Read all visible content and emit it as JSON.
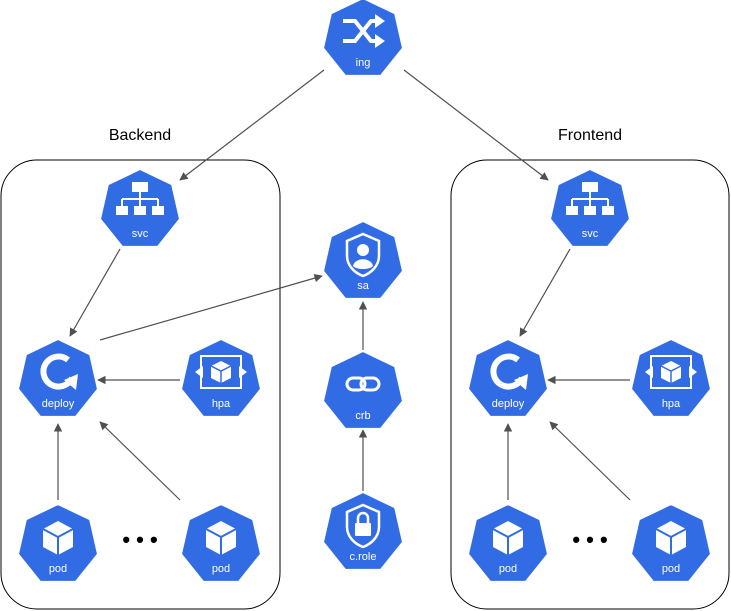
{
  "colors": {
    "node": "#326ce5",
    "edge": "#505050",
    "group_border": "#000000"
  },
  "groups": [
    {
      "id": "backend",
      "title": "Backend"
    },
    {
      "id": "frontend",
      "title": "Frontend"
    }
  ],
  "nodes": [
    {
      "id": "ing",
      "label": "ing",
      "icon": "shuffle-icon"
    },
    {
      "id": "svc-backend",
      "label": "svc",
      "icon": "sitemap-icon"
    },
    {
      "id": "deploy-backend",
      "label": "deploy",
      "icon": "rotate-arrow-icon"
    },
    {
      "id": "hpa-backend",
      "label": "hpa",
      "icon": "cube-expand-icon"
    },
    {
      "id": "pod-backend-1",
      "label": "pod",
      "icon": "cube-icon"
    },
    {
      "id": "pod-backend-2",
      "label": "pod",
      "icon": "cube-icon"
    },
    {
      "id": "sa",
      "label": "sa",
      "icon": "shield-user-icon"
    },
    {
      "id": "crb",
      "label": "crb",
      "icon": "link-icon"
    },
    {
      "id": "c-role",
      "label": "c.role",
      "icon": "lock-icon"
    },
    {
      "id": "svc-frontend",
      "label": "svc",
      "icon": "sitemap-icon"
    },
    {
      "id": "deploy-frontend",
      "label": "deploy",
      "icon": "rotate-arrow-icon"
    },
    {
      "id": "hpa-frontend",
      "label": "hpa",
      "icon": "cube-expand-icon"
    },
    {
      "id": "pod-frontend-1",
      "label": "pod",
      "icon": "cube-icon"
    },
    {
      "id": "pod-frontend-2",
      "label": "pod",
      "icon": "cube-icon"
    }
  ],
  "edges": [
    {
      "from": "ing",
      "to": "svc-backend"
    },
    {
      "from": "ing",
      "to": "svc-frontend"
    },
    {
      "from": "svc-backend",
      "to": "deploy-backend"
    },
    {
      "from": "hpa-backend",
      "to": "deploy-backend"
    },
    {
      "from": "pod-backend-1",
      "to": "deploy-backend"
    },
    {
      "from": "pod-backend-2",
      "to": "deploy-backend"
    },
    {
      "from": "deploy-backend",
      "to": "sa"
    },
    {
      "from": "crb",
      "to": "sa"
    },
    {
      "from": "c-role",
      "to": "crb"
    },
    {
      "from": "svc-frontend",
      "to": "deploy-frontend"
    },
    {
      "from": "hpa-frontend",
      "to": "deploy-frontend"
    },
    {
      "from": "pod-frontend-1",
      "to": "deploy-frontend"
    },
    {
      "from": "pod-frontend-2",
      "to": "deploy-frontend"
    }
  ],
  "ellipsis": "• • •"
}
